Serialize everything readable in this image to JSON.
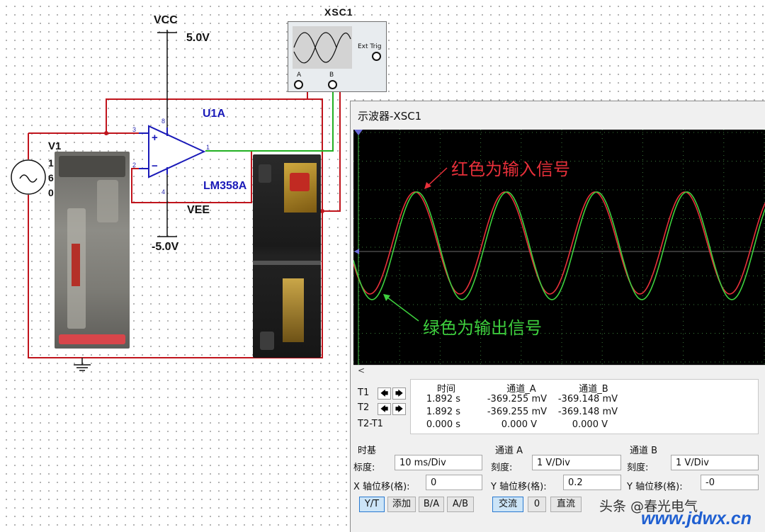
{
  "schematic": {
    "vcc_label": "VCC",
    "vcc_value": "5.0V",
    "vee_label": "VEE",
    "vee_value": "-5.0V",
    "opamp_ref": "U1A",
    "opamp_model": "LM358A",
    "opamp_pins": [
      "3",
      "2",
      "1",
      "8",
      "4"
    ],
    "opamp_plus": "+",
    "opamp_minus": "−",
    "source_ref": "V1",
    "source_params": [
      "1",
      "6",
      "0"
    ],
    "scope_ref": "XSC1",
    "scope_ext_trig": "Ext Trig",
    "scope_ch_a": "A",
    "scope_ch_b": "B",
    "wire_colors": {
      "main": "#c0141c",
      "output": "#22b022"
    }
  },
  "oscilloscope": {
    "title": "示波器-XSC1",
    "annotation_input": "红色为输入信号",
    "annotation_output": "绿色为输出信号",
    "trace_colors": {
      "input": "#e8303a",
      "output": "#3ed03e",
      "grid": "#3a7a3a"
    },
    "scroll_left": "<",
    "cursor_labels": [
      "T1",
      "T2",
      "T2-T1"
    ],
    "cursor_arrow_left": "🡄",
    "cursor_arrow_right": "🡆",
    "table": {
      "headers": [
        "时间",
        "通道_A",
        "通道_B"
      ],
      "rows": [
        [
          "1.892 s",
          "-369.255 mV",
          "-369.148 mV"
        ],
        [
          "1.892 s",
          "-369.255 mV",
          "-369.148 mV"
        ],
        [
          "0.000 s",
          "0.000 V",
          "0.000 V"
        ]
      ]
    },
    "timebase": {
      "section": "时基",
      "scale_label": "标度:",
      "scale_value": "10 ms/Div",
      "xpos_label": "X 轴位移(格):",
      "xpos_value": "0",
      "buttons": [
        "Y/T",
        "添加",
        "B/A",
        "A/B"
      ]
    },
    "channel_a": {
      "section": "通道 A",
      "scale_label": "刻度:",
      "scale_value": "1  V/Div",
      "ypos_label": "Y 轴位移(格):",
      "ypos_value": "0.2",
      "buttons": [
        "交流",
        "0",
        "直流"
      ]
    },
    "channel_b": {
      "section": "通道 B",
      "scale_label": "刻度:",
      "scale_value": "1  V/Div",
      "ypos_label": "Y 轴位移(格):",
      "ypos_value": "-0"
    }
  },
  "watermark": {
    "line1": "头条 @春光电气",
    "line2": "www.jdwx.cn"
  }
}
